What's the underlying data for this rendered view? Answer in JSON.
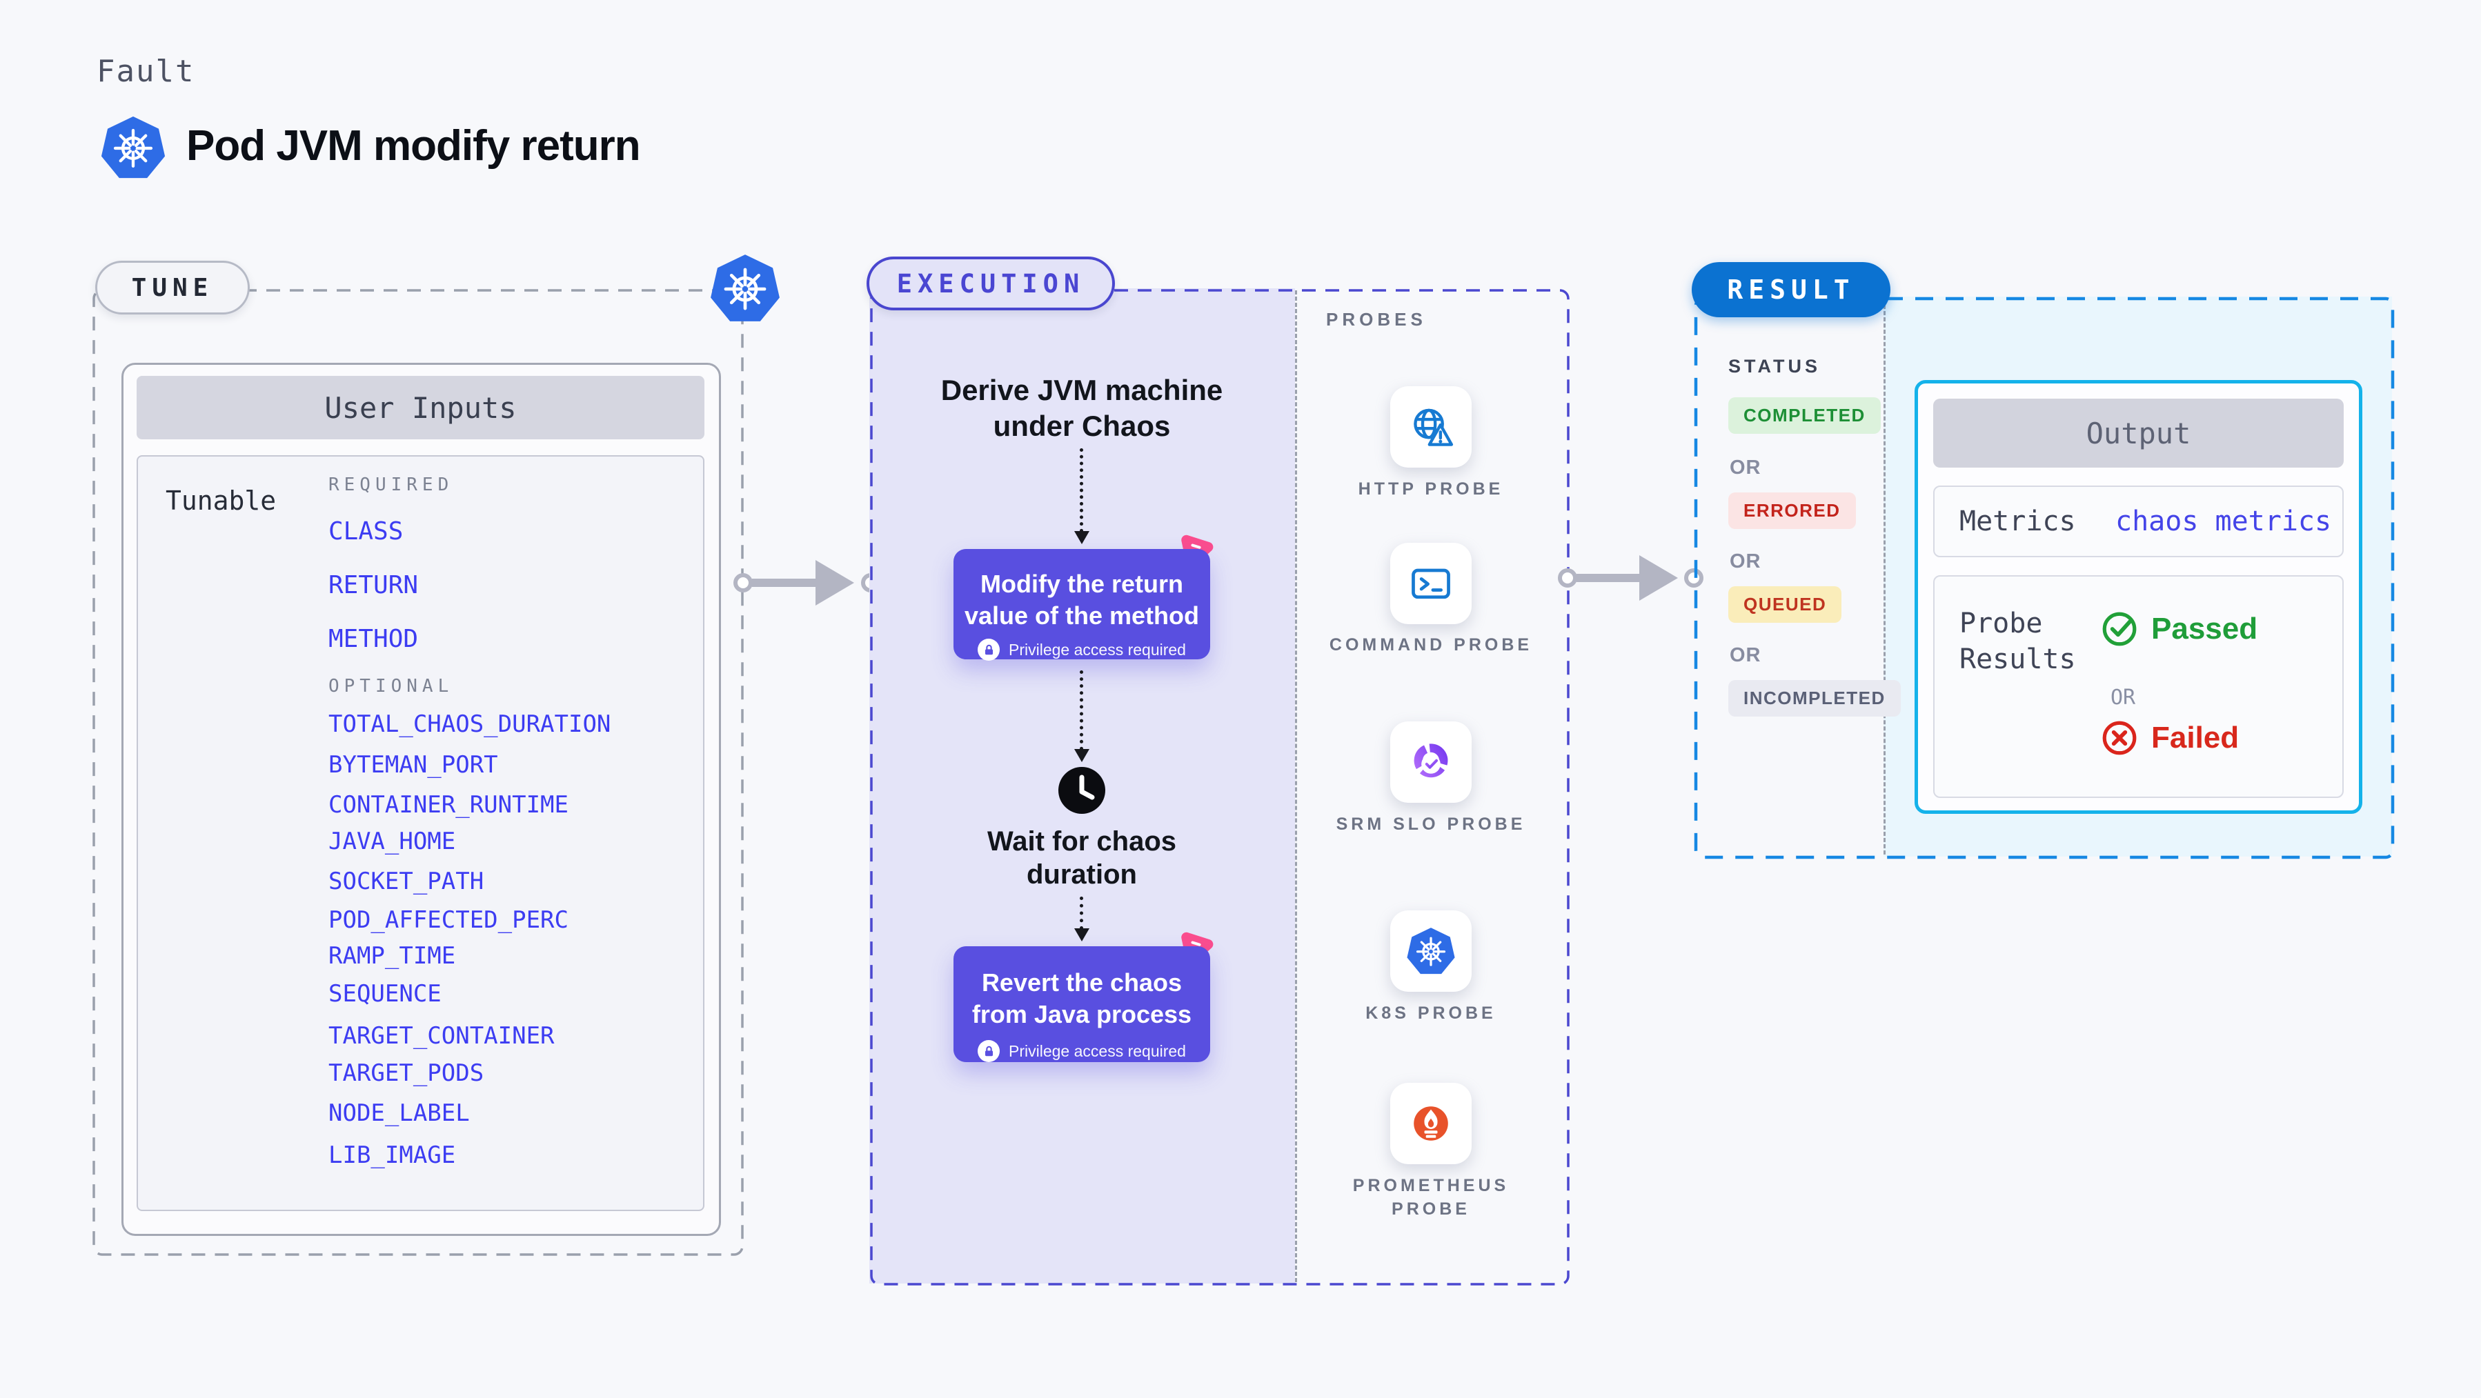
{
  "header": {
    "eyebrow": "Fault",
    "title": "Pod JVM modify return",
    "icon": "kubernetes-icon"
  },
  "tune": {
    "pill": "TUNE",
    "user_inputs_title": "User Inputs",
    "tunable_label": "Tunable",
    "required_label": "REQUIRED",
    "optional_label": "OPTIONAL",
    "required_params": [
      "CLASS",
      "RETURN",
      "METHOD"
    ],
    "optional_params": [
      "TOTAL_CHAOS_DURATION",
      "BYTEMAN_PORT",
      "CONTAINER_RUNTIME",
      "JAVA_HOME",
      "SOCKET_PATH",
      "POD_AFFECTED_PERC",
      "RAMP_TIME",
      "SEQUENCE",
      "TARGET_CONTAINER",
      "TARGET_PODS",
      "NODE_LABEL",
      "LIB_IMAGE"
    ],
    "param_color": "#3c3cf2"
  },
  "execution": {
    "pill": "EXECUTION",
    "step_derive": {
      "line1": "Derive JVM machine",
      "line2": "under Chaos"
    },
    "card_modify": {
      "line1": "Modify the return",
      "line2": "value of the method",
      "badge": "Privilege access required"
    },
    "step_wait": {
      "line1": "Wait for chaos",
      "line2": "duration"
    },
    "card_revert": {
      "line1": "Revert the chaos",
      "line2": "from Java process",
      "badge": "Privilege access required"
    },
    "card_color": "#594fe0",
    "panel_color": "#e4e4f8"
  },
  "probes": {
    "label": "PROBES",
    "items": [
      {
        "name": "HTTP PROBE",
        "icon": "globe-alert-icon"
      },
      {
        "name": "COMMAND PROBE",
        "icon": "terminal-icon"
      },
      {
        "name": "SRM SLO PROBE",
        "icon": "gauge-check-icon"
      },
      {
        "name": "K8S PROBE",
        "icon": "kubernetes-icon"
      },
      {
        "name": "PROMETHEUS PROBE",
        "icon": "prometheus-icon"
      }
    ]
  },
  "result": {
    "pill": "RESULT",
    "status_label": "STATUS",
    "or_label": "OR",
    "statuses": [
      {
        "label": "COMPLETED",
        "color": "#1d8f35",
        "bg": "#dcf2dc"
      },
      {
        "label": "ERRORED",
        "color": "#c3231b",
        "bg": "#fbe4e4"
      },
      {
        "label": "QUEUED",
        "color": "#bf3420",
        "bg": "#faedba"
      },
      {
        "label": "INCOMPLETED",
        "color": "#5a6076",
        "bg": "#e9eaf1"
      }
    ],
    "output": {
      "title": "Output",
      "metrics_label": "Metrics",
      "metrics_value": "chaos metrics",
      "probe_results_label": "Probe Results",
      "or_label": "OR",
      "passed": "Passed",
      "failed": "Failed",
      "passed_color": "#1f9d39",
      "failed_color": "#d8281c"
    }
  }
}
